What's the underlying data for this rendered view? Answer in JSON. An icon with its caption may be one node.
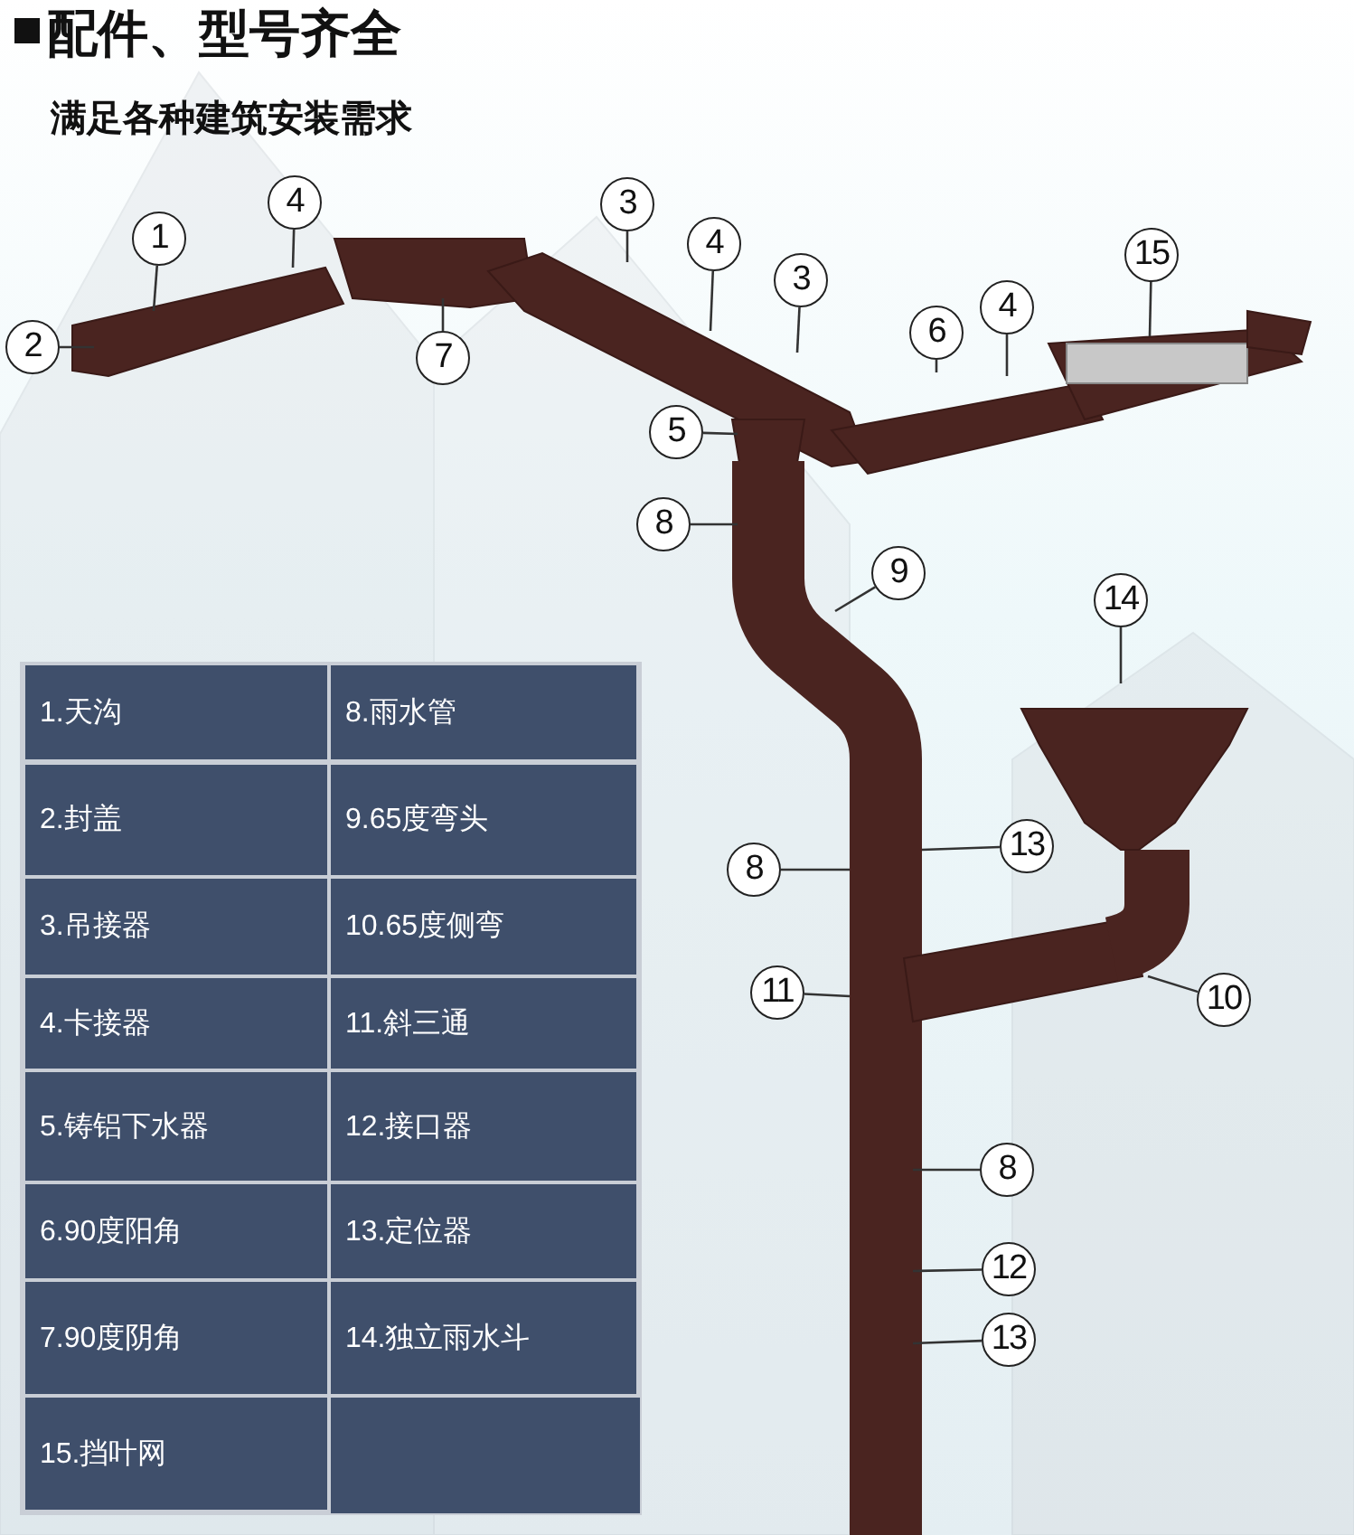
{
  "diagram": {
    "title": "配件、型号齐全",
    "nodes": [
      {
        "text": [
          "4"
        ]
      },
      {
        "text": [
          "1"
        ]
      },
      {
        "text": [
          "3"
        ]
      },
      {
        "text": [
          "15"
        ]
      },
      {
        "text": [
          "4"
        ]
      },
      {
        "text": [
          "3"
        ]
      },
      {
        "text": [
          "4"
        ]
      },
      {
        "text": [
          "6"
        ]
      },
      {
        "text": [
          "2"
        ]
      },
      {
        "text": [
          "7"
        ]
      },
      {
        "text": [
          "5"
        ]
      },
      {
        "text": [
          "8"
        ]
      },
      {
        "text": [
          "9"
        ]
      },
      {
        "text": [
          "14"
        ]
      },
      {
        "text": [
          "13"
        ]
      },
      {
        "text": [
          "8"
        ]
      },
      {
        "text": [
          "11"
        ]
      },
      {
        "text": [
          "10"
        ]
      },
      {
        "text": [
          "8"
        ]
      },
      {
        "text": [
          "12"
        ]
      },
      {
        "text": [
          "13"
        ]
      }
    ],
    "edges": [
      {
        "from": 0,
        "to": null,
        "arrow": "none"
      },
      {
        "from": 1,
        "to": null,
        "arrow": "none"
      },
      {
        "from": 2,
        "to": null,
        "arrow": "none"
      },
      {
        "from": 3,
        "to": null,
        "arrow": "none"
      },
      {
        "from": 4,
        "to": null,
        "arrow": "none"
      },
      {
        "from": 5,
        "to": null,
        "arrow": "none"
      },
      {
        "from": 6,
        "to": null,
        "arrow": "none"
      },
      {
        "from": 7,
        "to": null,
        "arrow": "none"
      },
      {
        "from": 8,
        "to": null,
        "arrow": "none"
      },
      {
        "from": 9,
        "to": null,
        "arrow": "none"
      },
      {
        "from": 10,
        "to": null,
        "arrow": "none"
      },
      {
        "from": 11,
        "to": null,
        "arrow": "none"
      },
      {
        "from": 12,
        "to": null,
        "arrow": "none"
      },
      {
        "from": 13,
        "to": null,
        "arrow": "none"
      },
      {
        "from": 14,
        "to": null,
        "arrow": "none"
      },
      {
        "from": 15,
        "to": null,
        "arrow": "none"
      },
      {
        "from": 16,
        "to": null,
        "arrow": "none"
      },
      {
        "from": 17,
        "to": null,
        "arrow": "none"
      },
      {
        "from": 18,
        "to": null,
        "arrow": "none"
      },
      {
        "from": 19,
        "to": null,
        "arrow": "none"
      },
      {
        "from": 20,
        "to": null,
        "arrow": "none"
      }
    ],
    "labels": [
      "满足各种建筑安装需求",
      "1.天沟",
      "8.雨水管",
      "2.封盖",
      "9.65度弯头",
      "3.吊接器",
      "10.65度侧弯",
      "4.卡接器",
      "11.斜三通",
      "5.铸铝下水器",
      "12.接口器",
      "6.90度阳角",
      "13.定位器",
      "7.90度阴角",
      "14.独立雨水斗",
      "15.挡叶网"
    ]
  }
}
